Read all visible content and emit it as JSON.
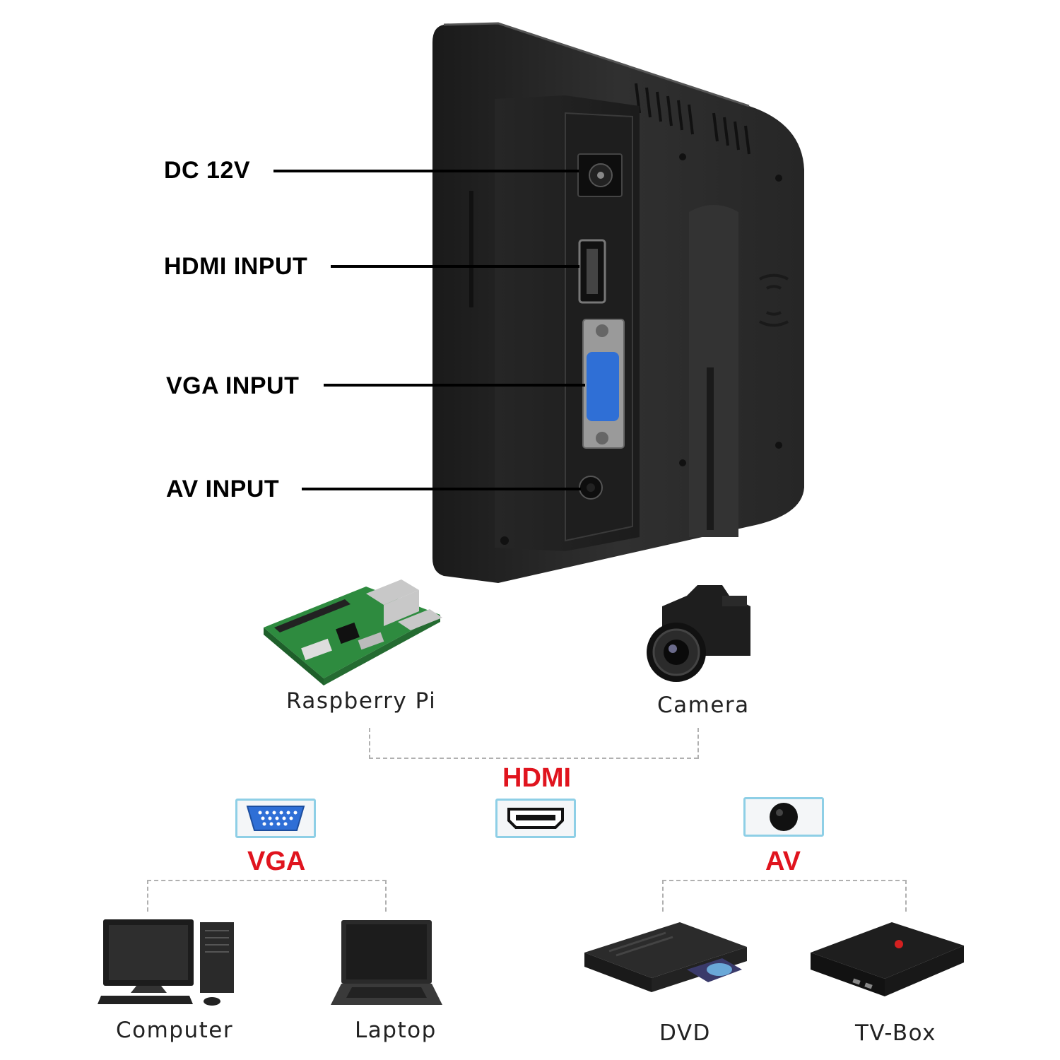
{
  "port_labels": {
    "dc": "DC 12V",
    "hdmi": "HDMI INPUT",
    "vga": "VGA INPUT",
    "av": "AV INPUT"
  },
  "categories": {
    "hdmi": "HDMI",
    "vga": "VGA",
    "av": "AV"
  },
  "devices": {
    "raspberry_pi": "Raspberry Pi",
    "camera": "Camera",
    "computer": "Computer",
    "laptop": "Laptop",
    "dvd": "DVD",
    "tv_box": "TV-Box"
  },
  "colors": {
    "category_text": "#e0141e",
    "connector_border": "#8ecfe6",
    "vga_blue": "#2f6fd6",
    "monitor_body": "#2b2b2b"
  },
  "icons": [
    "monitor-back-icon",
    "raspberry-pi-icon",
    "camera-icon",
    "computer-icon",
    "laptop-icon",
    "dvd-player-icon",
    "tv-box-icon",
    "vga-connector-icon",
    "hdmi-connector-icon",
    "av-connector-icon"
  ]
}
